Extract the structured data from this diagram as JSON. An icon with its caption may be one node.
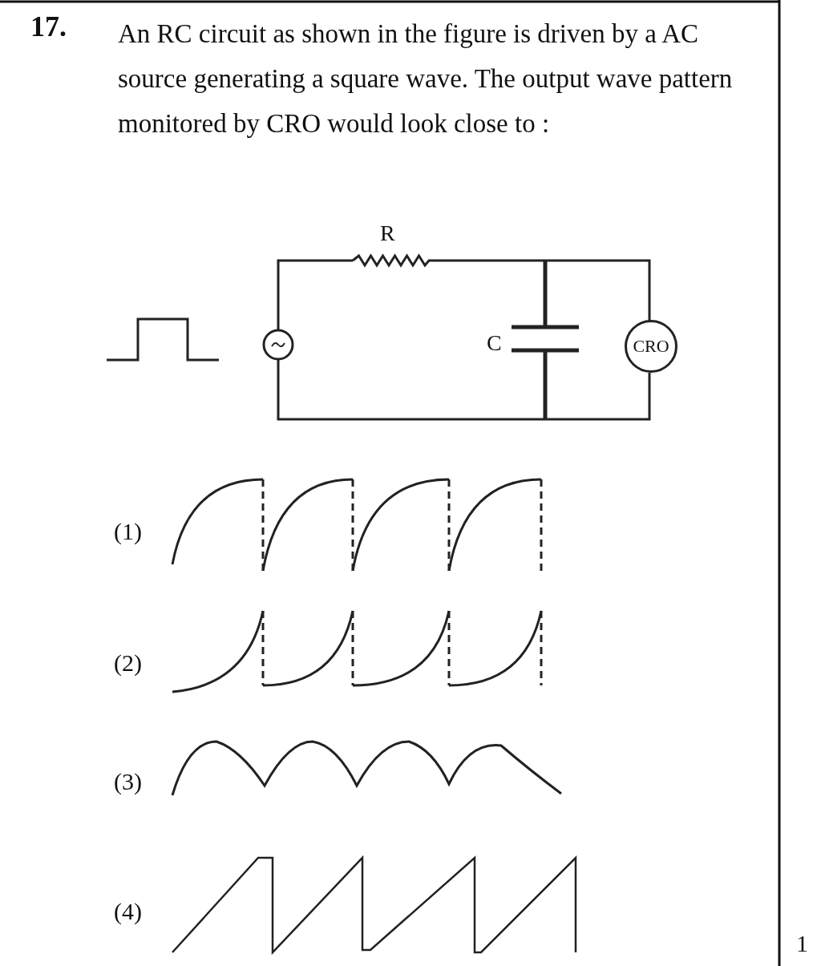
{
  "diagram": {
    "nodes": [
      {
        "text": [
          "CRO"
        ]
      }
    ],
    "labels": [
      "17.",
      "An RC circuit as shown in the figure is driven by a AC source generating a square wave. The output wave pattern monitored by CRO would look close to :",
      "R",
      "C",
      "(1)",
      "(2)",
      "(3)",
      "(4)",
      "1"
    ]
  }
}
